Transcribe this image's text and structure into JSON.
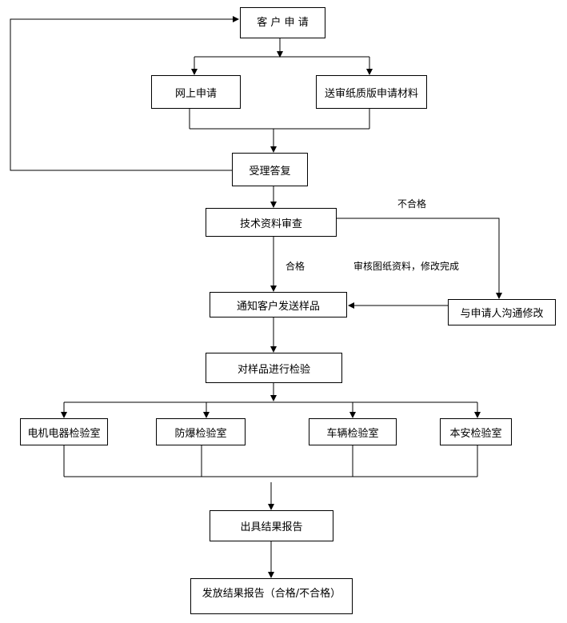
{
  "colors": {
    "line": "#000000",
    "box_border": "#000000",
    "background": "#ffffff"
  },
  "nodes": {
    "customer_application": "客 户 申 请",
    "online_application": "网上申请",
    "paper_submission": "送审纸质版申请材料",
    "acceptance_reply": "受理答复",
    "tech_review": "技术资料审查",
    "notify_send_samples": "通知客户发送样品",
    "communicate_modify": "与申请人沟通修改",
    "inspect_samples": "对样品进行检验",
    "lab_electrical": "电机电器检验室",
    "lab_explosion_proof": "防爆检验室",
    "lab_vehicle": "车辆检验室",
    "lab_intrinsic_safety": "本安检验室",
    "issue_report": "出具结果报告",
    "release_report": "发放结果报告（合格/不合格）"
  },
  "edge_labels": {
    "fail": "不合格",
    "pass": "合格",
    "revision_done": "审核图纸资料，修改完成"
  }
}
